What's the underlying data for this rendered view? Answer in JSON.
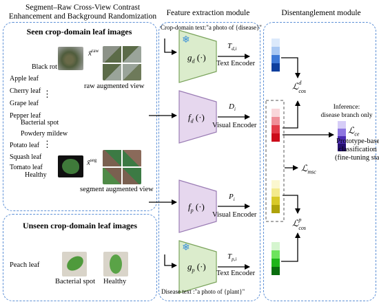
{
  "headers": {
    "left_line1": "Segment–Raw Cross-View Contrast",
    "left_line2": "Enhancement and Background Randomization",
    "middle": "Feature extraction module",
    "right": "Disentanglement module"
  },
  "seen": {
    "title": "Seen crop-domain leaf images",
    "labels": {
      "black_rot": "Black rot",
      "apple": "Apple leaf",
      "cherry": "Cherry leaf",
      "grape": "Grape leaf",
      "pepper": "Pepper leaf",
      "bacterial_spot": "Bacterial spot",
      "powdery_mildew": "Powdery mildew",
      "potato": "Potato leaf",
      "squash": "Squash leaf",
      "tomato": "Tomato leaf",
      "healthy": "Healthy"
    },
    "ellipsis": "⋮",
    "raw_symbol": "x̃",
    "raw_sup": "raw",
    "seg_symbol": "x̃",
    "seg_sup": "seg",
    "raw_view": "raw augmented view",
    "segment_view": "segment augmented view"
  },
  "unseen": {
    "title": "Unseen crop-domain leaf images",
    "peach": "Peach leaf",
    "bacterial_spot": "Bacterial spot",
    "healthy": "Healthy"
  },
  "encoders": {
    "crop_prompt": "Crop-domain text:\"a photo of {disease}\"",
    "disease_prompt": "Disease text :\"a photo of {plant}\"",
    "gd": "g",
    "gd_sub": "d",
    "fd": "f",
    "fd_sub": "d",
    "fp": "f",
    "fp_sub": "p",
    "gp": "g",
    "gp_sub": "p",
    "arg": "(·)",
    "Td_main": "T",
    "Td_sub": "d,i",
    "Di_main": "D",
    "Di_sub": "i",
    "Pi_main": "P",
    "Pi_sub": "i",
    "Tp_main": "T",
    "Tp_sub": "p,i",
    "text_encoder": "Text Encoder",
    "visual_encoder": "Visual Encoder",
    "snowflake": "❄"
  },
  "disentangle": {
    "L_main": "ℒ",
    "cos_d_sup": "d",
    "cos_sub": "cos",
    "cos_p_sup": "p",
    "msc_sub": "msc",
    "ce_sub": "ce",
    "inference_line1": "Inference:",
    "inference_line2": "disease branch only",
    "proto_line1": "Prototype-based",
    "proto_line2": "classification",
    "proto_line3": "(fine-tuning stage)"
  },
  "colors": {
    "panel_border": "#5b8fd6",
    "text_encoder_fill": "#dbeccc",
    "text_encoder_stroke": "#7aa35b",
    "visual_encoder_fill": "#e6d7ee",
    "visual_encoder_stroke": "#9a7cb4",
    "snowflake": "#3a8fd8"
  },
  "bars": {
    "blue": [
      "#dbe9fb",
      "#a9c8f3",
      "#3d78d6",
      "#0e3f9e"
    ],
    "red": [
      "#f9d6da",
      "#ef8e98",
      "#e23a48",
      "#cc0b1a"
    ],
    "yellow": [
      "#fbf7cf",
      "#f3ea8c",
      "#d8c928",
      "#aea20a"
    ],
    "green": [
      "#d5f5cf",
      "#6ee45d",
      "#1fb51a",
      "#0a6e0e"
    ],
    "purple": [
      "#d6cdf7",
      "#8e76e0",
      "#4a2bb0",
      "#26106e"
    ]
  }
}
